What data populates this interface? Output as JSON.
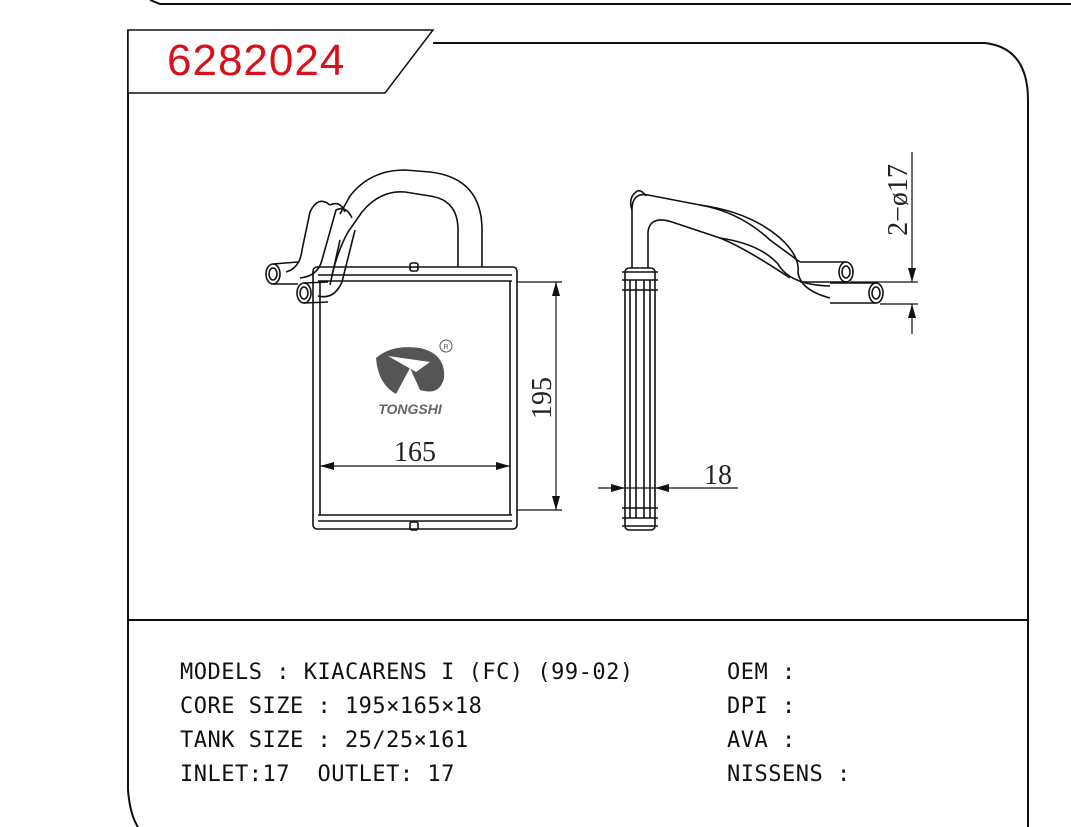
{
  "part_number": "6282024",
  "brand": {
    "logo_text": "TONGSHI",
    "registered_mark": "R"
  },
  "dimensions": {
    "height": "195",
    "width": "165",
    "thickness": "18",
    "pipe_diameter": "2−ø17"
  },
  "specs_left": [
    "MODELS : KIACARENS I (FC) (99-02)",
    "CORE SIZE : 195×165×18",
    "TANK SIZE : 25/25×161",
    "INLET:17  OUTLET: 17"
  ],
  "specs_right": [
    "OEM :",
    "DPI :",
    "AVA :",
    "NISSENS :"
  ],
  "colors": {
    "part_number": "#d8101a",
    "line": "#111111"
  }
}
